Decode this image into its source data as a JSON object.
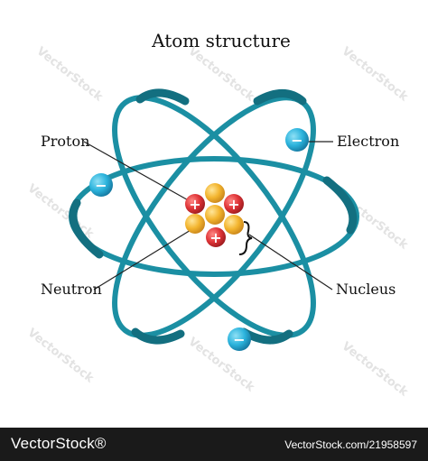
{
  "title": "Atom structure",
  "labels": {
    "proton": "Proton",
    "electron": "Electron",
    "neutron": "Neutron",
    "nucleus": "Nucleus"
  },
  "signs": {
    "plus": "+",
    "minus": "−"
  },
  "watermark": "VectorStock",
  "footer": {
    "brand": "VectorStock®",
    "image_id": "VectorStock.com/21958597"
  },
  "colors": {
    "orbit": "#1b8fa3",
    "orbit_dark": "#136f80",
    "electron": "#2cb4dd",
    "proton": "#e03538",
    "neutron": "#f3b52f",
    "footer_bg": "#1a1a1a"
  }
}
